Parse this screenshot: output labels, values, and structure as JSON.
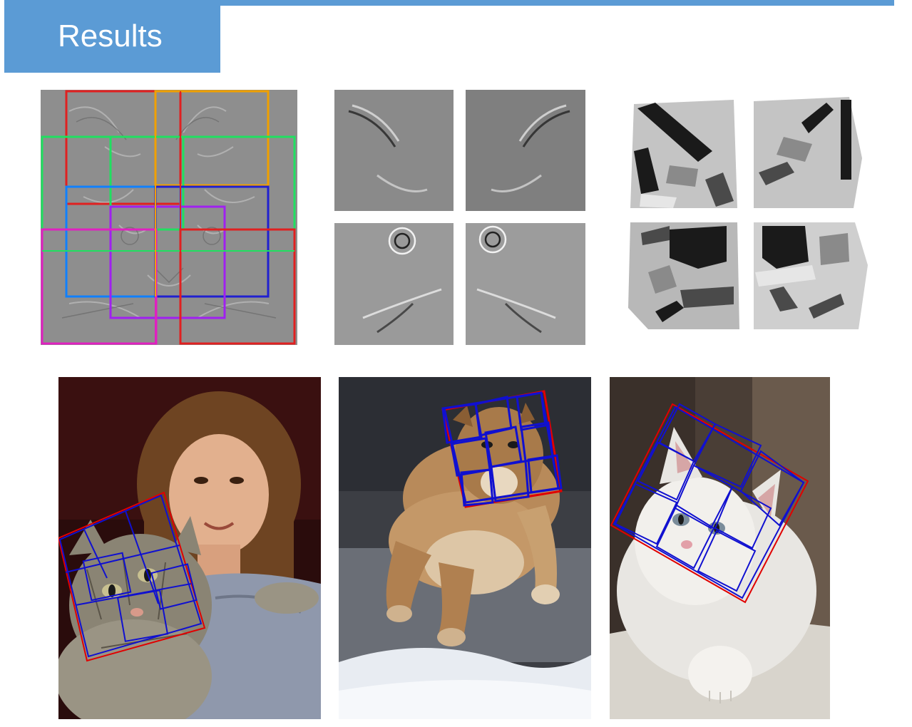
{
  "slide": {
    "title": "Results",
    "accent_color": "#5b9bd5"
  },
  "figures": {
    "top_row": [
      {
        "name": "hog-template-with-part-boxes",
        "description_icon": "filter-grid-icon"
      },
      {
        "name": "four-quadrant-filter-visualization",
        "description_icon": "quadrant-icon"
      },
      {
        "name": "four-quadrant-segmentation",
        "description_icon": "segmentation-icon"
      }
    ],
    "bottom_row": [
      {
        "name": "girl-with-cat-detection",
        "box_colors": [
          "#e00000",
          "#1010d0"
        ]
      },
      {
        "name": "cougar-detection",
        "box_colors": [
          "#e00000",
          "#1010d0"
        ]
      },
      {
        "name": "kitten-detection",
        "box_colors": [
          "#e00000",
          "#1010d0"
        ]
      }
    ]
  }
}
